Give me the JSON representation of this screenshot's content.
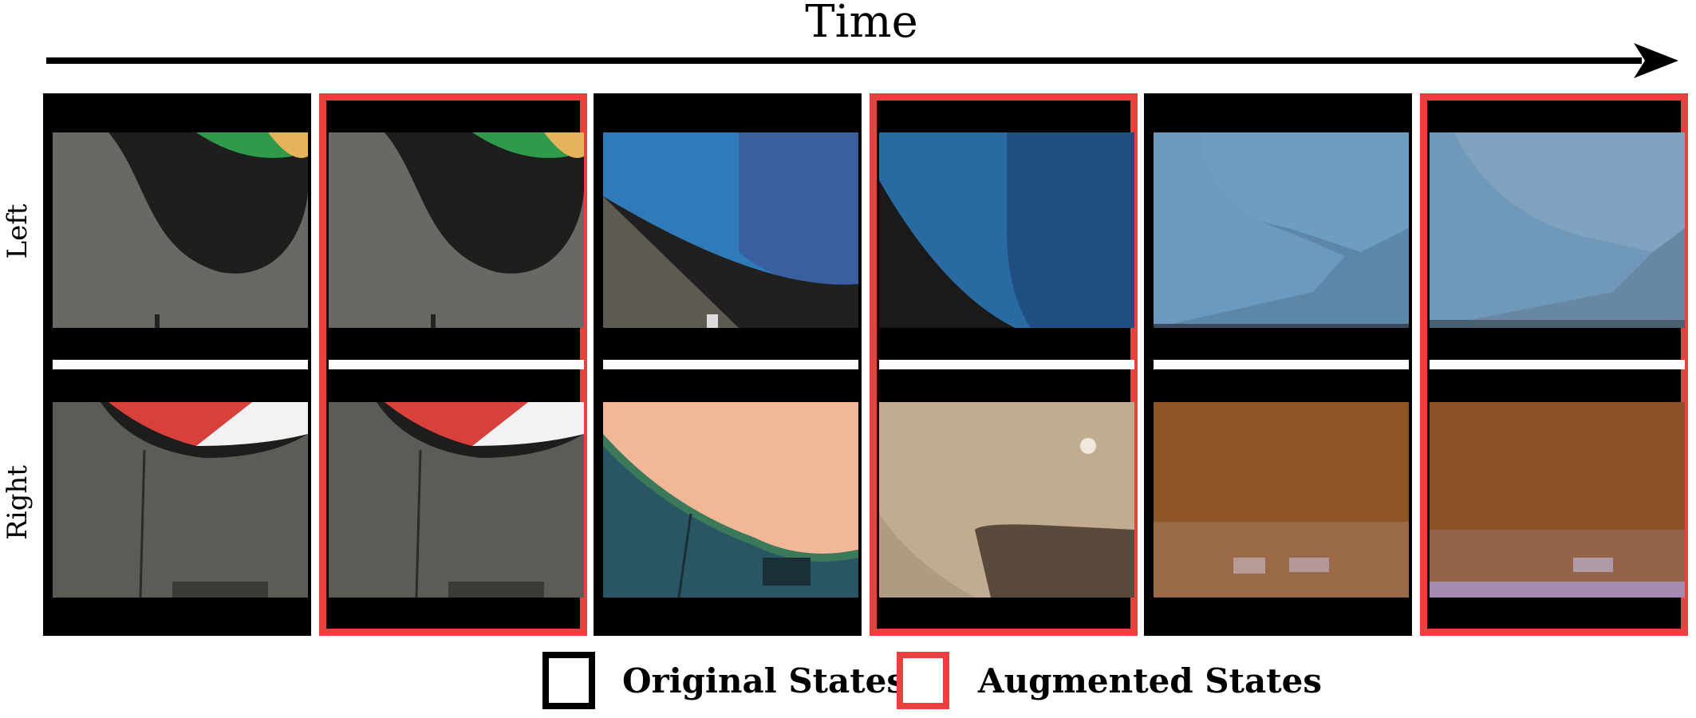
{
  "figure": {
    "time_label": "Time",
    "row_labels": {
      "left": "Left",
      "right": "Right"
    },
    "frames": [
      {
        "state": "original",
        "left_scene": "floor with green-yellow ball and shadow",
        "right_scene": "floor with red-white ball"
      },
      {
        "state": "augmented",
        "left_scene": "floor with green-yellow ball and shadow",
        "right_scene": "floor with red-white ball"
      },
      {
        "state": "original",
        "left_scene": "blue ball close-up",
        "right_scene": "peach ball close-up"
      },
      {
        "state": "augmented",
        "left_scene": "blue ball close-up",
        "right_scene": "tan ball close-up"
      },
      {
        "state": "original",
        "left_scene": "light blue surface",
        "right_scene": "orange-brown surface"
      },
      {
        "state": "augmented",
        "left_scene": "light blue surface",
        "right_scene": "orange-brown surface"
      }
    ],
    "legend": {
      "original_label": "Original States",
      "augmented_label": "Augmented States"
    },
    "colors": {
      "augmented_border": "#e8413e",
      "original_border": "#000000"
    }
  }
}
